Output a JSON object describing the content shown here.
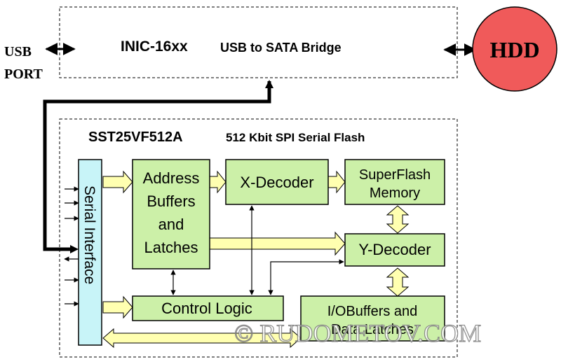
{
  "usb_port": {
    "line1": "USB",
    "line2": "PORT"
  },
  "bridge": {
    "name": "INIC-16xx",
    "desc": "USB to SATA Bridge"
  },
  "hdd": {
    "label": "HDD",
    "color": "#f05a5a"
  },
  "flash": {
    "name": "SST25VF512A",
    "desc": "512 Kbit SPI Serial Flash"
  },
  "blocks": {
    "serial_interface": "Serial Interface",
    "address_buffers": [
      "Address",
      "Buffers",
      "and",
      "Latches"
    ],
    "x_decoder": "X-Decoder",
    "superflash": [
      "SuperFlash",
      "Memory"
    ],
    "y_decoder": "Y-Decoder",
    "control_logic": "Control Logic",
    "io_buffers": [
      "I/OBuffers and",
      "Data Latches"
    ]
  },
  "watermark": "© RUDOMETOV.COM",
  "colors": {
    "block_green": "#ccf0a8",
    "serial_blue": "#c8f4f8",
    "bus_yellow": "#ffffb0"
  }
}
